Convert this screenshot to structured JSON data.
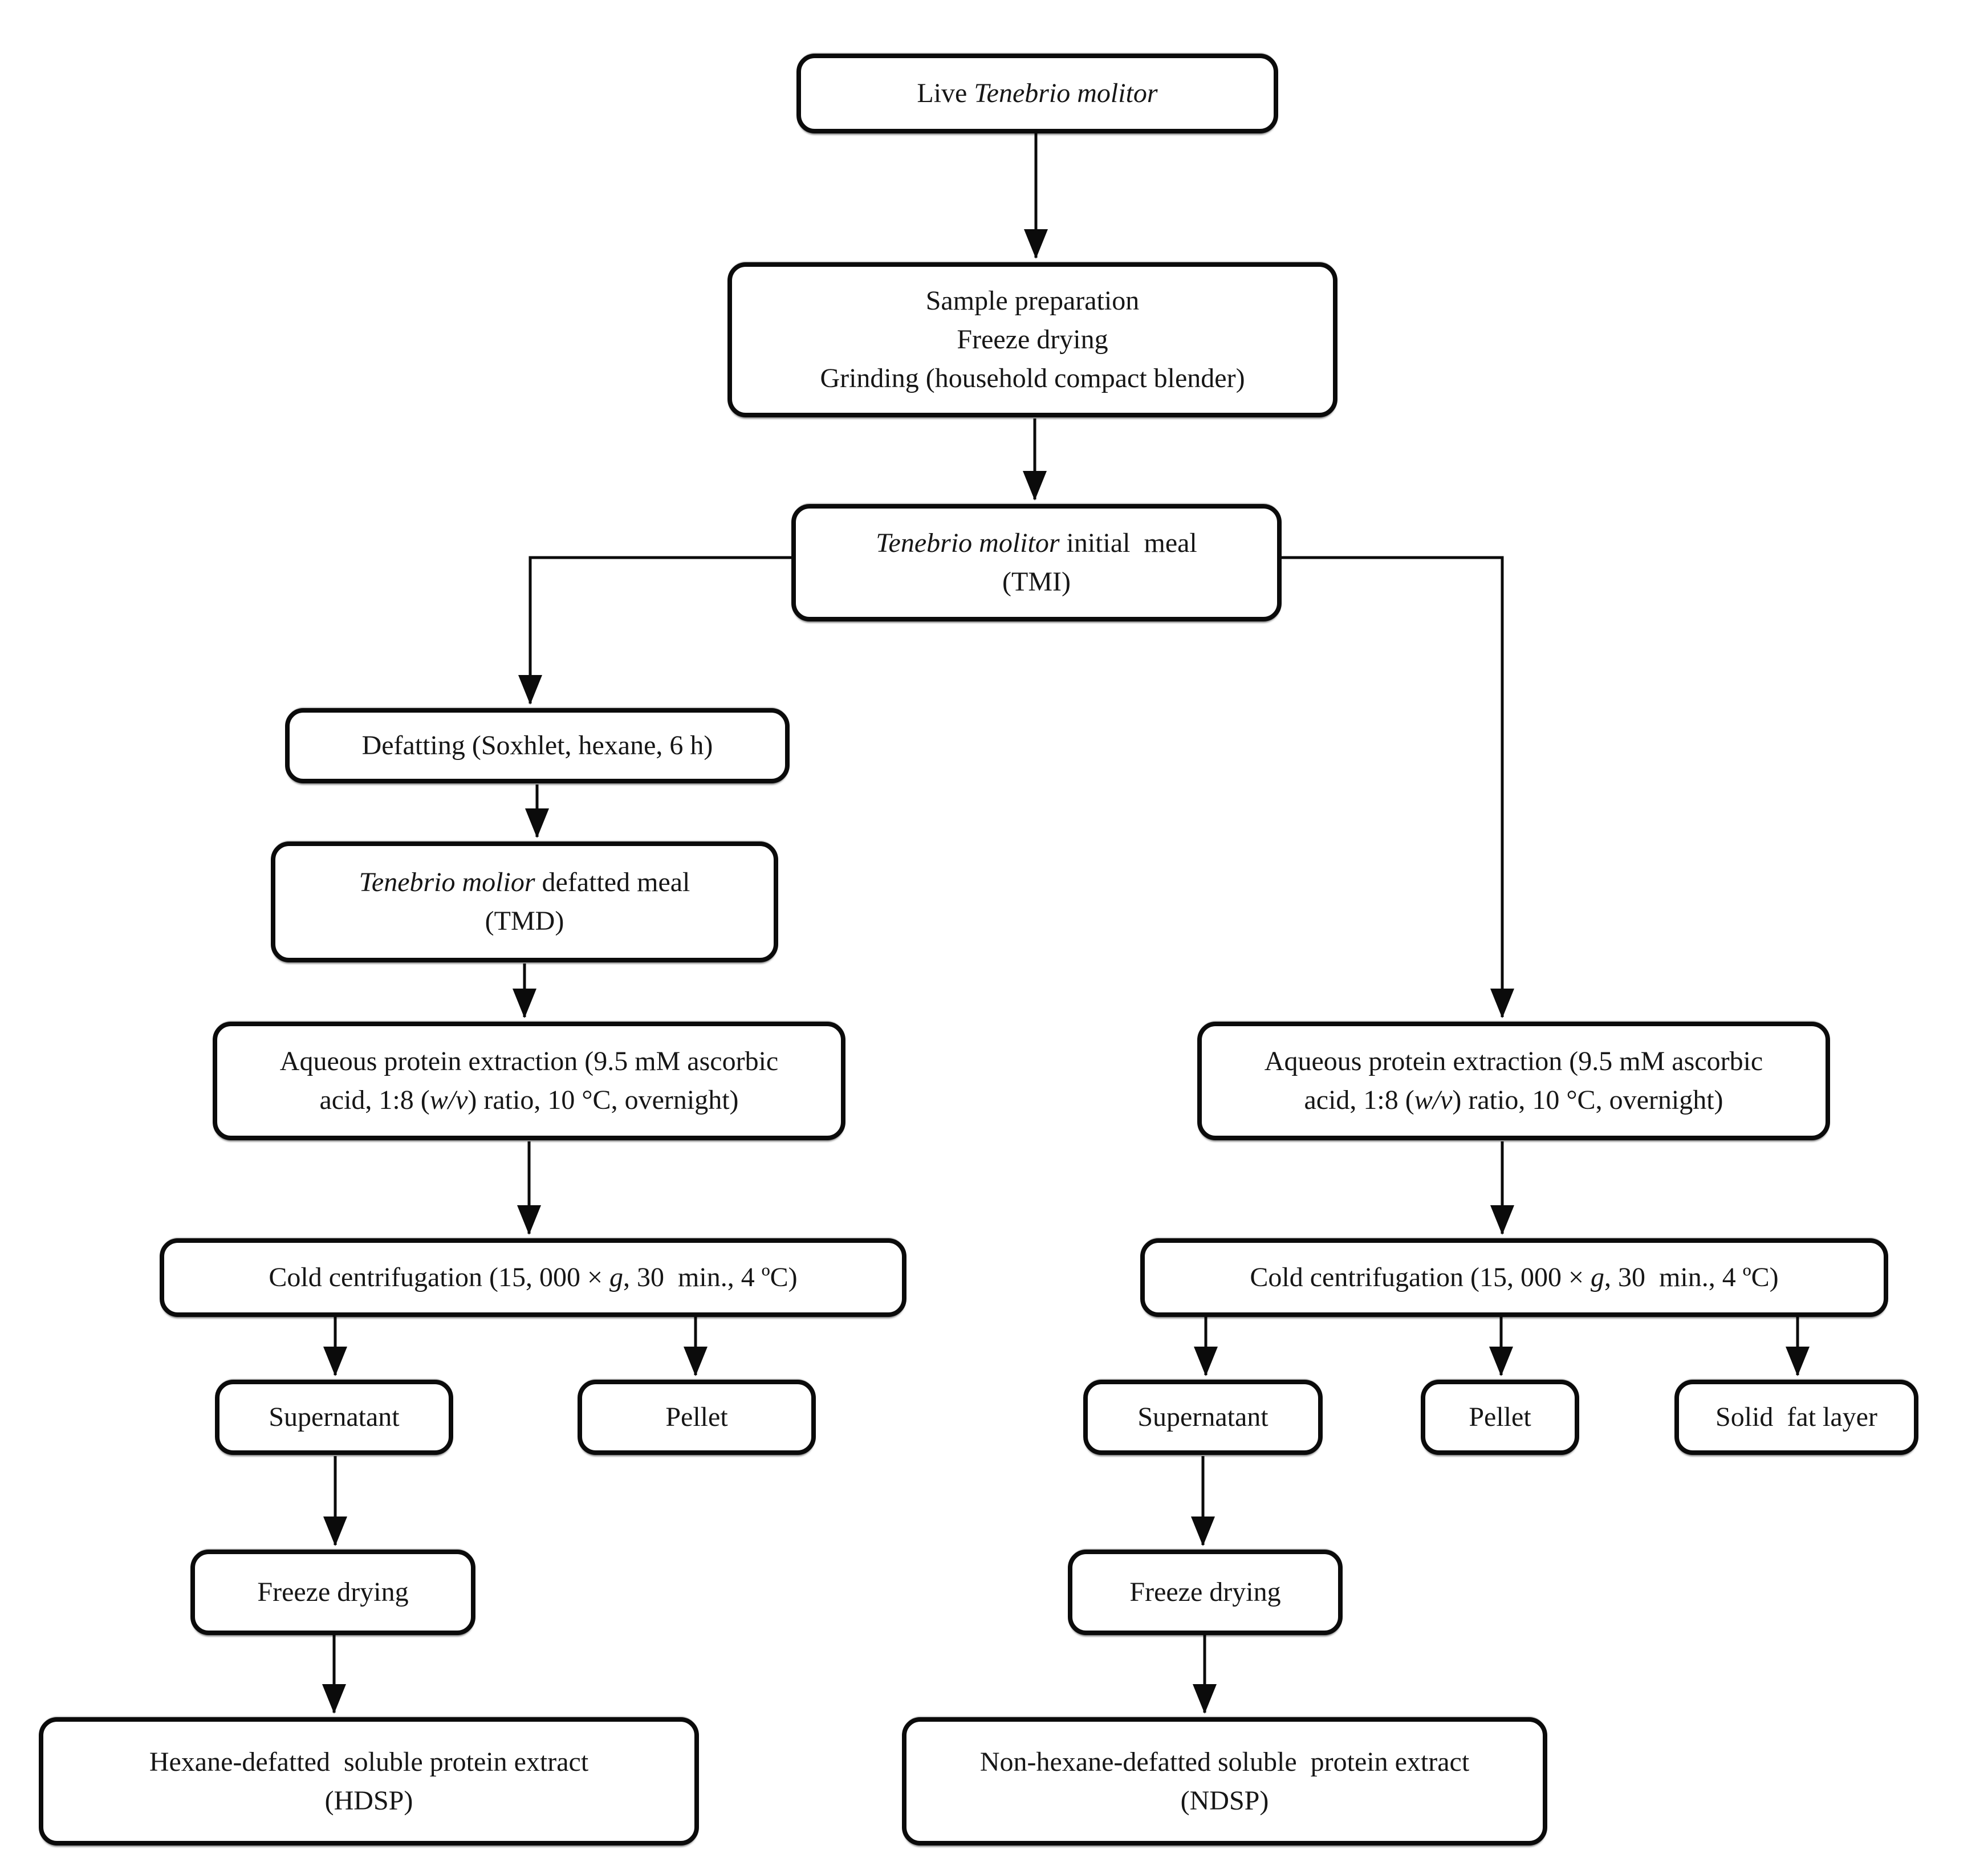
{
  "figure": {
    "background_color": "#ffffff",
    "line_color": "#0b0b0b",
    "text_color": "#161616"
  },
  "nodes": {
    "live": {
      "plain": "Live Tenebrio molitor",
      "lines": [
        [
          {
            "t": "Live ",
            "i": false
          },
          {
            "t": "Tenebrio molitor",
            "i": true
          }
        ]
      ]
    },
    "sample": {
      "plain": "Sample preparation / Freeze drying / Grinding (household compact blender)",
      "lines": [
        [
          {
            "t": "Sample preparation",
            "i": false
          }
        ],
        [
          {
            "t": "Freeze drying",
            "i": false
          }
        ],
        [
          {
            "t": "Grinding (household compact blender)",
            "i": false
          }
        ]
      ]
    },
    "tmi": {
      "plain": "Tenebrio molitor initial meal (TMI)",
      "lines": [
        [
          {
            "t": "Tenebrio molitor",
            "i": true
          },
          {
            "t": " initial  meal",
            "i": false
          }
        ],
        [
          {
            "t": "(TMI)",
            "i": false
          }
        ]
      ]
    },
    "defatting": {
      "plain": "Defatting (Soxhlet, hexane, 6 h)",
      "lines": [
        [
          {
            "t": "Defatting (Soxhlet, hexane, 6 h)",
            "i": false
          }
        ]
      ]
    },
    "tmd": {
      "plain": "Tenebrio molior defatted meal (TMD)",
      "lines": [
        [
          {
            "t": "Tenebrio molior",
            "i": true
          },
          {
            "t": " defatted meal",
            "i": false
          }
        ],
        [
          {
            "t": "(TMD)",
            "i": false
          }
        ]
      ]
    },
    "aq_left": {
      "plain": "Aqueous protein extraction (9.5 mM ascorbic acid, 1:8 (w/v) ratio, 10 °C, overnight)",
      "lines": [
        [
          {
            "t": "Aqueous protein extraction (9.5 mM ascorbic",
            "i": false
          }
        ],
        [
          {
            "t": "acid, 1:8 (",
            "i": false
          },
          {
            "t": "w/v",
            "i": true
          },
          {
            "t": ") ratio, 10 °C, overnight)",
            "i": false
          }
        ]
      ]
    },
    "cold_left": {
      "plain": "Cold centrifugation (15, 000 × g, 30 min., 4 ºC)",
      "lines": [
        [
          {
            "t": "Cold centrifugation (15, 000 × ",
            "i": false
          },
          {
            "t": "g",
            "i": true
          },
          {
            "t": ", 30  min., 4 ºC)",
            "i": false
          }
        ]
      ]
    },
    "supernatant_left": {
      "plain": "Supernatant",
      "lines": [
        [
          {
            "t": "Supernatant",
            "i": false
          }
        ]
      ]
    },
    "pellet_left": {
      "plain": "Pellet",
      "lines": [
        [
          {
            "t": "Pellet",
            "i": false
          }
        ]
      ]
    },
    "freeze_left": {
      "plain": "Freeze drying",
      "lines": [
        [
          {
            "t": "Freeze drying",
            "i": false
          }
        ]
      ]
    },
    "hdsp": {
      "plain": "Hexane-defatted soluble protein extract (HDSP)",
      "lines": [
        [
          {
            "t": "Hexane-defatted  soluble protein extract",
            "i": false
          }
        ],
        [
          {
            "t": "(HDSP)",
            "i": false
          }
        ]
      ]
    },
    "aq_right": {
      "plain": "Aqueous protein extraction (9.5 mM ascorbic acid, 1:8 (w/v) ratio, 10 °C, overnight)",
      "lines": [
        [
          {
            "t": "Aqueous protein extraction (9.5 mM ascorbic",
            "i": false
          }
        ],
        [
          {
            "t": "acid, 1:8 (",
            "i": false
          },
          {
            "t": "w/v",
            "i": true
          },
          {
            "t": ") ratio, 10 °C, overnight)",
            "i": false
          }
        ]
      ]
    },
    "cold_right": {
      "plain": "Cold centrifugation (15, 000 × g, 30 min., 4 ºC)",
      "lines": [
        [
          {
            "t": "Cold centrifugation (15, 000 × ",
            "i": false
          },
          {
            "t": "g",
            "i": true
          },
          {
            "t": ", 30  min., 4 ºC)",
            "i": false
          }
        ]
      ]
    },
    "supernatant_right": {
      "plain": "Supernatant",
      "lines": [
        [
          {
            "t": "Supernatant",
            "i": false
          }
        ]
      ]
    },
    "pellet_right": {
      "plain": "Pellet",
      "lines": [
        [
          {
            "t": "Pellet",
            "i": false
          }
        ]
      ]
    },
    "solid_fat_layer": {
      "plain": "Solid fat layer",
      "lines": [
        [
          {
            "t": "Solid  fat layer",
            "i": false
          }
        ]
      ]
    },
    "freeze_right": {
      "plain": "Freeze drying",
      "lines": [
        [
          {
            "t": "Freeze drying",
            "i": false
          }
        ]
      ]
    },
    "ndsp": {
      "plain": "Non-hexane-defatted soluble protein extract (NDSP)",
      "lines": [
        [
          {
            "t": "Non-hexane-defatted soluble  protein extract",
            "i": false
          }
        ],
        [
          {
            "t": "(NDSP)",
            "i": false
          }
        ]
      ]
    }
  },
  "edges": [
    {
      "from": "live",
      "to": "sample"
    },
    {
      "from": "sample",
      "to": "tmi"
    },
    {
      "from": "tmi",
      "to": "defatting"
    },
    {
      "from": "tmi",
      "to": "aq_right"
    },
    {
      "from": "defatting",
      "to": "tmd"
    },
    {
      "from": "tmd",
      "to": "aq_left"
    },
    {
      "from": "aq_left",
      "to": "cold_left"
    },
    {
      "from": "cold_left",
      "to": "supernatant_left"
    },
    {
      "from": "cold_left",
      "to": "pellet_left"
    },
    {
      "from": "supernatant_left",
      "to": "freeze_left"
    },
    {
      "from": "freeze_left",
      "to": "hdsp"
    },
    {
      "from": "aq_right",
      "to": "cold_right"
    },
    {
      "from": "cold_right",
      "to": "supernatant_right"
    },
    {
      "from": "cold_right",
      "to": "pellet_right"
    },
    {
      "from": "cold_right",
      "to": "solid_fat_layer"
    },
    {
      "from": "supernatant_right",
      "to": "freeze_right"
    },
    {
      "from": "freeze_right",
      "to": "ndsp"
    }
  ]
}
